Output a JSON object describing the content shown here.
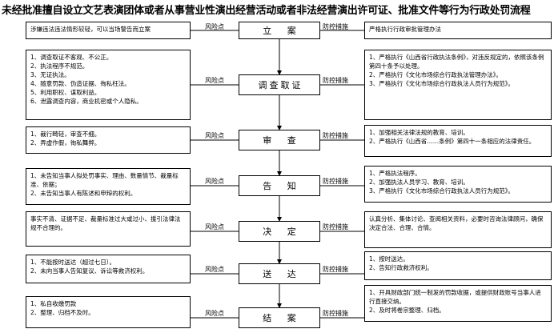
{
  "title": "未经批准擅自设立文艺表演团体或者从事营业性演出经营活动或者非法经营演出许可证、批准文件等行为行政处罚流程",
  "labels": {
    "risk_point": "风险点",
    "prevention": "防控措施"
  },
  "stages": [
    {
      "name": "立  案",
      "risks": [
        "涉嫌违法违法情形较轻，可以当场警告而立案"
      ],
      "measures": [
        "严格执行行政审批管理办法"
      ]
    },
    {
      "name": "调查取证",
      "risks": [
        "1、调查取证不客观、不公正。",
        "2、执法程序不规范。",
        "3、无证执法。",
        "4、随意罚款、伪造证据、徇私枉法。",
        "5、利用职权、谋取利益。",
        "6、泄露调查内容，商业机密或个人隐私。"
      ],
      "measures": [
        "1、严格执行《山西省行政执法条例》，对违反规定的，依照该条例第四十条予以处理。",
        "2、严格执行《文化市场综合行政执法管理办法》。",
        "3、严格执行《文化市场综合行政执法人员行为规范》。"
      ]
    },
    {
      "name": "审  查",
      "risks": [
        "1、裁行畸轻，审查不细。",
        "2、弄虚作假，徇私舞弊。"
      ],
      "measures": [
        "1、加强相关法律法规的教育、培训。",
        "2、严格执行《山西省……条例》第四十一条相应的法律责任。"
      ]
    },
    {
      "name": "告  知",
      "risks": [
        "1、未告知当事人拟处罚事实、理由、数量情节、裁量标准、依据；",
        "2、未告知当事人有陈述和申辩的权利。"
      ],
      "measures": [
        "1、严格执法程序。",
        "2、加强执法人员学习、教育、培训。",
        "3、严格执行《文化市场综合行政执法人员行为规范》。"
      ]
    },
    {
      "name": "决  定",
      "risks": [
        "事实不清、证据不足、裁量标准过大或过小、援引法律法规不合理的。"
      ],
      "measures": [
        "认真分析、集体讨论、查阅相关资料，必要时咨询法律顾问，确保决定合法、合理、合情。"
      ]
    },
    {
      "name": "送  达",
      "risks": [
        "1、不能按时送达（超过七日）。",
        "2、未向当事人告知复议、诉讼等救济权利。"
      ],
      "measures": [
        "1、按时送达。",
        "2、告知行政救济权利。"
      ]
    },
    {
      "name": "结  案",
      "risks": [
        "1、私自收缴罚款",
        "2、整理、归档不及时。"
      ],
      "measures": [
        "1、开具财政部门统一制发的罚款收据，或提供财政账号当事人进行直接交纳。",
        "2、及时将卷宗整理、归档。"
      ]
    }
  ]
}
